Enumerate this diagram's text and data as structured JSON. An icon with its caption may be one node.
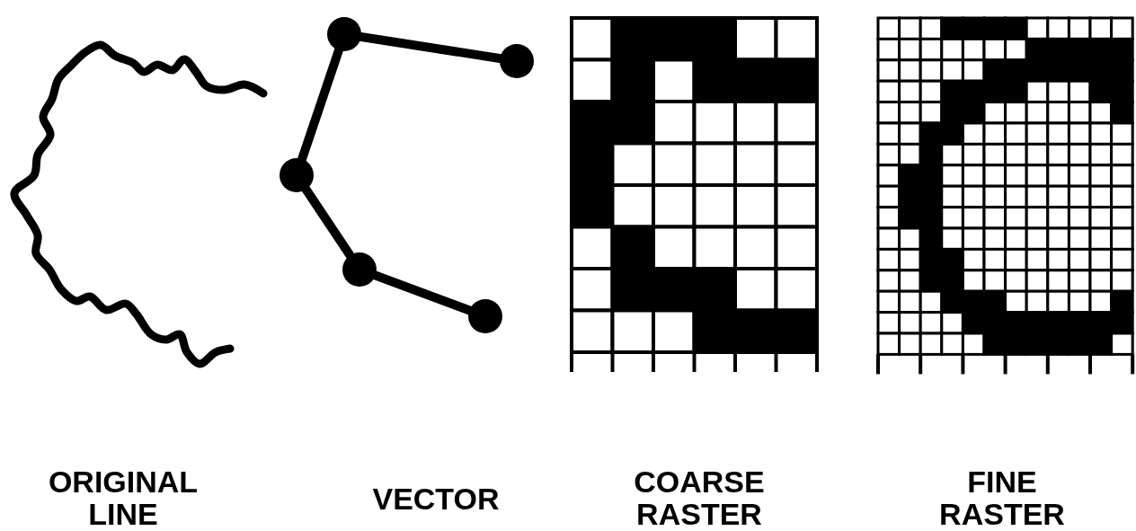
{
  "diagram": {
    "labels": [
      "ORIGINAL LINE",
      "VECTOR",
      "COARSE RASTER",
      "FINE RASTER"
    ]
  }
}
